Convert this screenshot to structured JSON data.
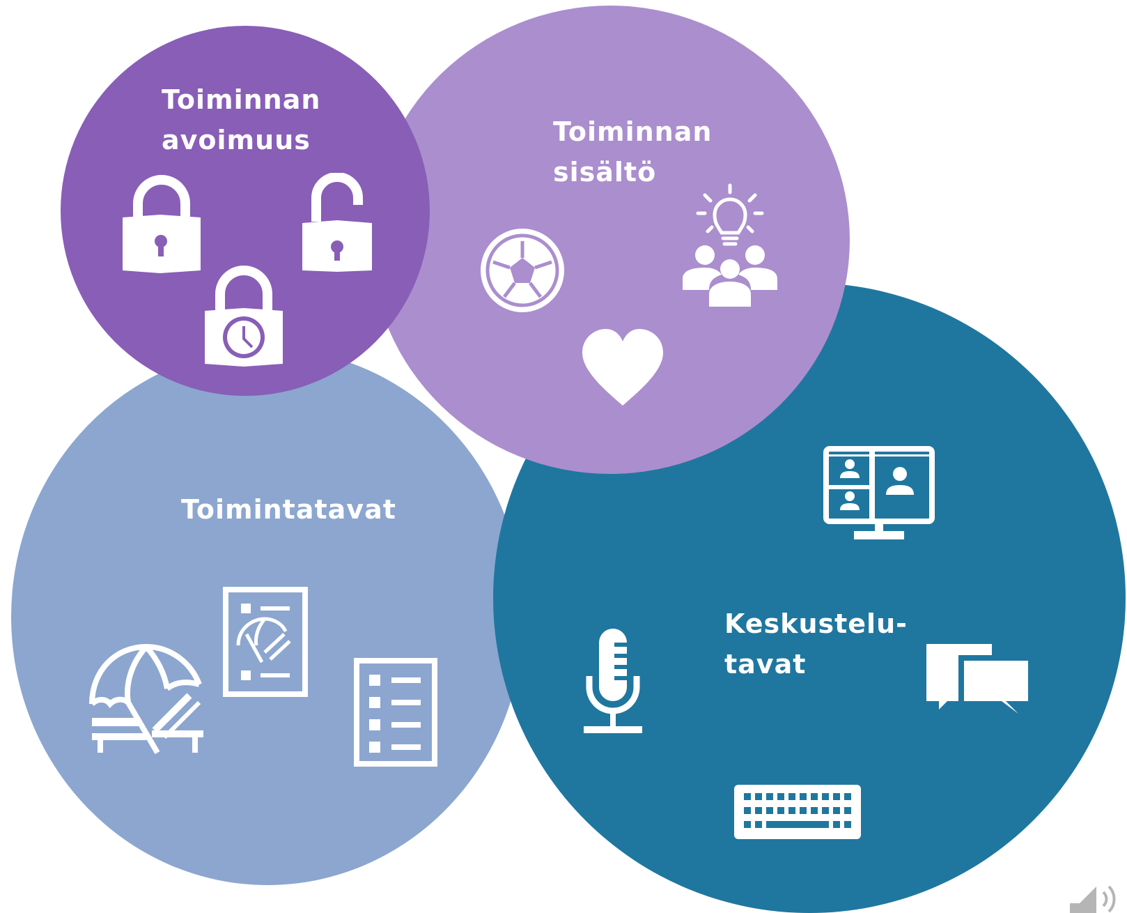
{
  "colors": {
    "openness": "#885EB7",
    "content": "#AB8ECE",
    "methods": "#8CA6CF",
    "discussion": "#1F779F",
    "icon": "#FFFFFF",
    "speaker": "#B5B5B5"
  },
  "circles": {
    "openness": {
      "title": "Toiminnan\navoimuus",
      "icons": [
        "lock-icon",
        "lock-open-icon",
        "time-lock-icon"
      ]
    },
    "content": {
      "title": "Toiminnan\nsisältö",
      "icons": [
        "soccer-ball-icon",
        "idea-team-icon",
        "heart-icon"
      ]
    },
    "methods": {
      "title": "Toimintatavat",
      "icons": [
        "beach-icon",
        "beach-checklist-icon",
        "checklist-icon"
      ]
    },
    "discussion": {
      "title": "Keskustelu-\ntavat",
      "icons": [
        "video-call-icon",
        "microphone-icon",
        "chat-icon",
        "keyboard-icon"
      ]
    }
  },
  "audio": {
    "icon": "speaker-icon"
  }
}
